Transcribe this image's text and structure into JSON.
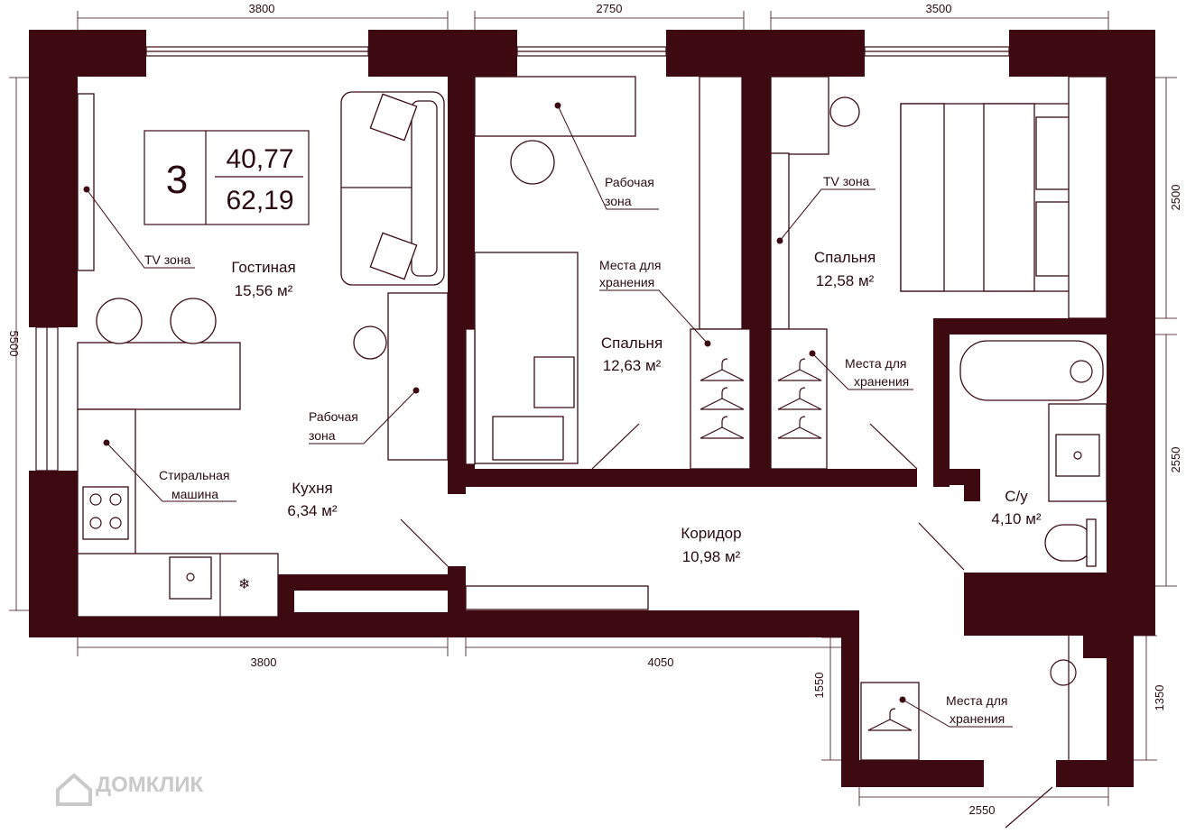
{
  "badge": {
    "rooms": "3",
    "living_area": "40,77",
    "total_area": "62,19"
  },
  "rooms": [
    {
      "id": "living",
      "name": "Гостиная",
      "area": "15,56 м²"
    },
    {
      "id": "kitchen",
      "name": "Кухня",
      "area": "6,34 м²"
    },
    {
      "id": "bedroom1",
      "name": "Спальня",
      "area": "12,63 м²"
    },
    {
      "id": "bedroom2",
      "name": "Спальня",
      "area": "12,58 м²"
    },
    {
      "id": "corridor",
      "name": "Коридор",
      "area": "10,98  м²"
    },
    {
      "id": "bath",
      "name": "С/у",
      "area": "4,10  м²"
    }
  ],
  "notes": {
    "tv_living": "TV зона",
    "work_living_1": "Рабочая",
    "work_living_2": "зона",
    "washer_1": "Стиральная",
    "washer_2": "машина",
    "work_bed_1": "Рабочая",
    "work_bed_2": "зона",
    "storage_1a": "Места для",
    "storage_1b": "хранения",
    "tv_bed": "TV зона",
    "storage_2a": "Места для",
    "storage_2b": "хранения",
    "storage_3a": "Места для",
    "storage_3b": "хранения"
  },
  "dimensions": {
    "top_1": "3800",
    "top_2": "2750",
    "top_3": "3500",
    "bottom_1": "3800",
    "bottom_2": "4050",
    "bottom_3": "2550",
    "left": "5500",
    "right_1": "2500",
    "right_2": "2550",
    "right_3": "1350",
    "left_lower": "1550"
  },
  "watermark": "ДОМКЛИК",
  "colors": {
    "wall": "#3d0a12",
    "background": "#ffffff"
  }
}
